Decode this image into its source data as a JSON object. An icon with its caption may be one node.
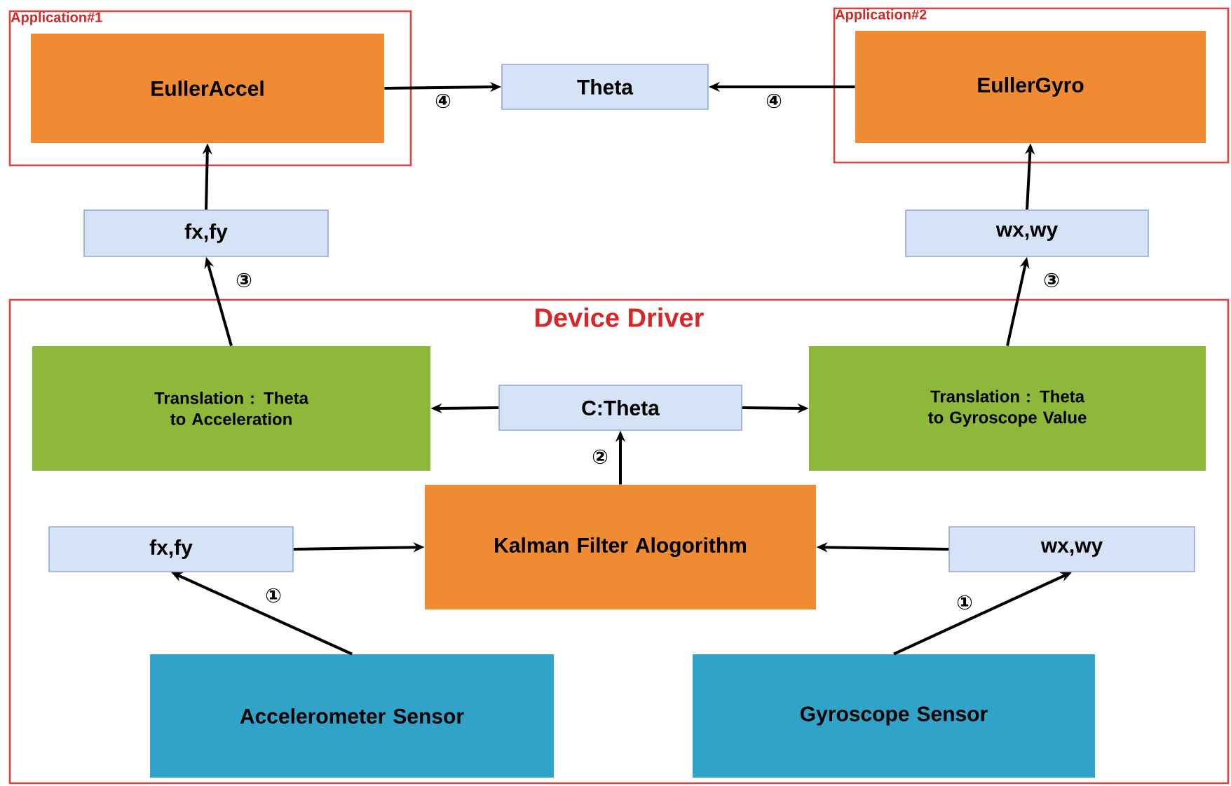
{
  "diagram": {
    "nodes": [
      {
        "text": [
          "Application#1"
        ]
      },
      {
        "text": [
          "EullerAccel"
        ],
        "in": 0
      },
      {
        "text": [
          "Theta"
        ]
      },
      {
        "text": [
          "Application#2"
        ]
      },
      {
        "text": [
          "EullerGyro"
        ],
        "in": 3
      },
      {
        "text": [
          "fx,fy"
        ]
      },
      {
        "text": [
          "wx,wy"
        ]
      },
      {
        "text": [
          "Device Driver"
        ]
      },
      {
        "text": [
          "Translation : Theta to Acceleration"
        ],
        "in": 7
      },
      {
        "text": [
          "C:Theta"
        ],
        "in": 7
      },
      {
        "text": [
          "Translation : Theta to Gyroscope Value"
        ],
        "in": 7
      },
      {
        "text": [
          "fx,fy"
        ],
        "in": 7
      },
      {
        "text": [
          "Kalman Filter Alogorithm"
        ],
        "in": 7
      },
      {
        "text": [
          "wx,wy"
        ],
        "in": 7
      },
      {
        "text": [
          "Accelerometer Sensor"
        ],
        "in": 7
      },
      {
        "text": [
          "Gyroscope Sensor"
        ],
        "in": 7
      }
    ],
    "edges": [
      {
        "from": 1,
        "to": 2,
        "arrow": "to",
        "label": "④"
      },
      {
        "from": 4,
        "to": 2,
        "arrow": "to",
        "label": "④"
      },
      {
        "from": 5,
        "to": 1,
        "arrow": "to"
      },
      {
        "from": 6,
        "to": 4,
        "arrow": "to"
      },
      {
        "from": 8,
        "to": 5,
        "arrow": "to",
        "label": "③"
      },
      {
        "from": 10,
        "to": 6,
        "arrow": "to",
        "label": "③"
      },
      {
        "from": 9,
        "to": 8,
        "arrow": "to"
      },
      {
        "from": 9,
        "to": 10,
        "arrow": "to"
      },
      {
        "from": 12,
        "to": 9,
        "arrow": "to",
        "label": "②"
      },
      {
        "from": 11,
        "to": 12,
        "arrow": "to"
      },
      {
        "from": 13,
        "to": 12,
        "arrow": "to"
      },
      {
        "from": 14,
        "to": 11,
        "arrow": "to",
        "label": "①"
      },
      {
        "from": 15,
        "to": 13,
        "arrow": "to",
        "label": "①"
      }
    ]
  }
}
